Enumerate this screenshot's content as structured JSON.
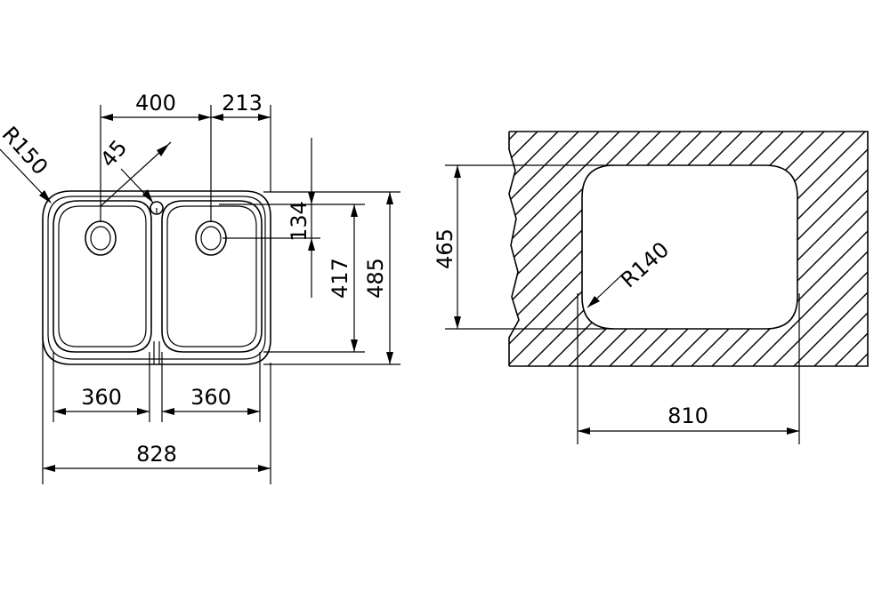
{
  "left_view": {
    "dims": {
      "bowl_center_spacing": "400",
      "right_offset": "213",
      "corner_radius": "R150",
      "tap_hole_angle": "45",
      "height_134": "134",
      "height_417": "417",
      "height_485": "485",
      "left_bowl_width": "360",
      "right_bowl_width": "360",
      "overall_width": "828"
    }
  },
  "right_view": {
    "dims": {
      "cutout_height": "465",
      "cutout_radius": "R140",
      "cutout_width": "810"
    }
  }
}
